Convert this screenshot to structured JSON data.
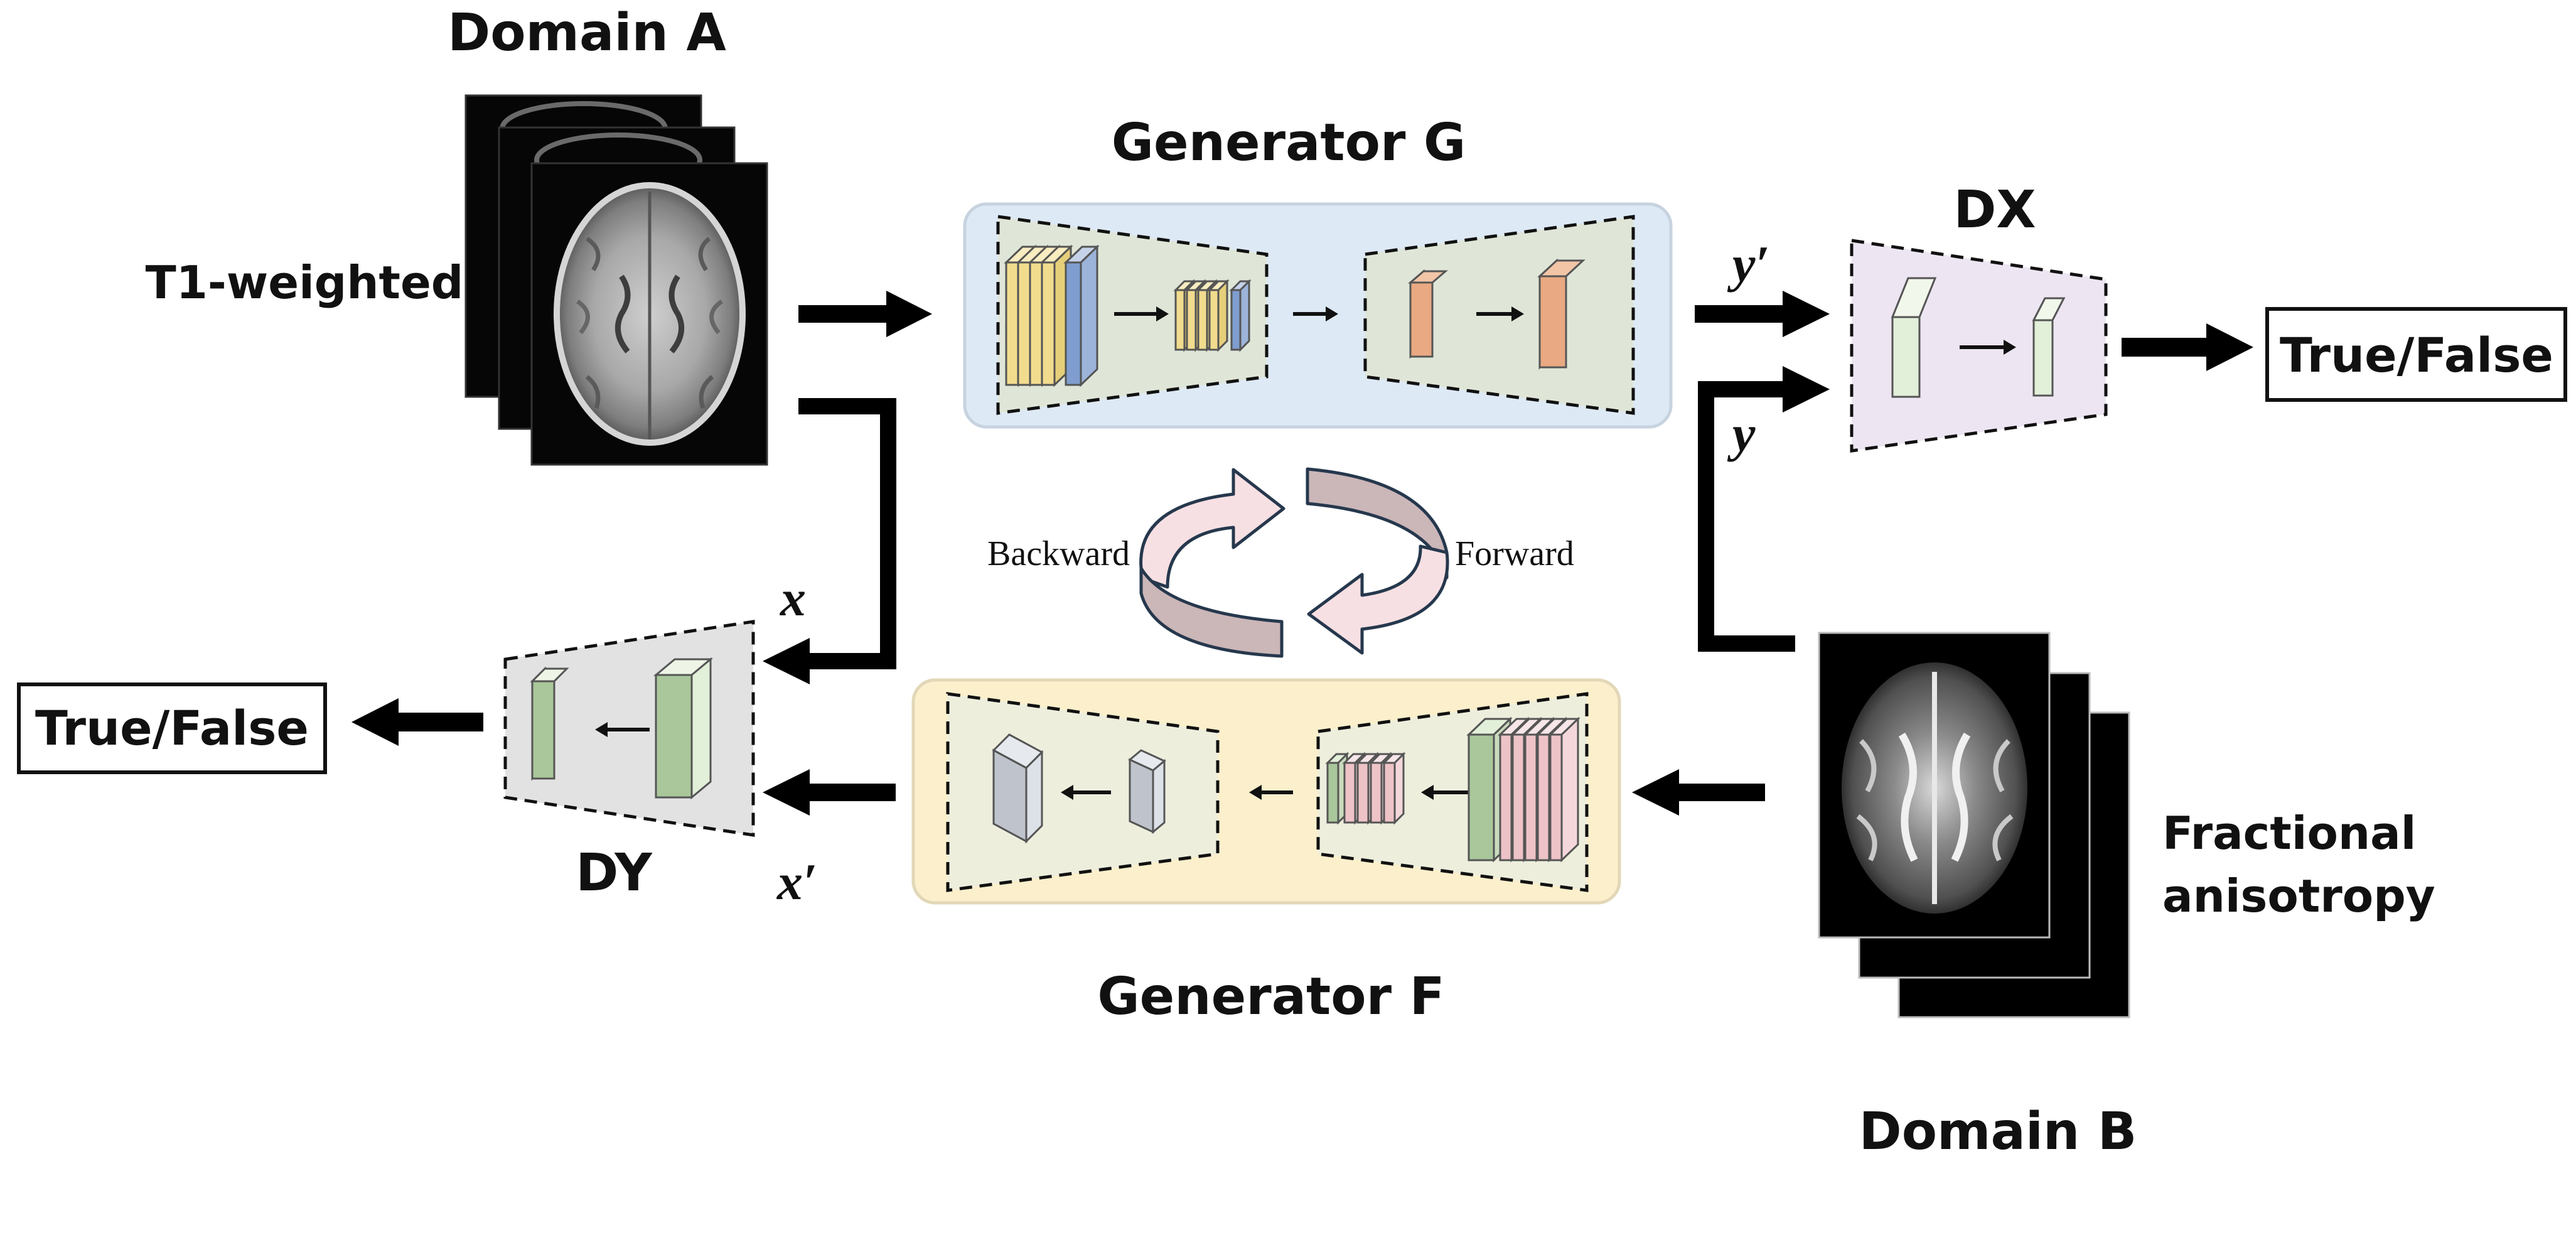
{
  "domain_a": {
    "title": "Domain A",
    "modality": "T1-weighted"
  },
  "domain_b": {
    "title": "Domain B",
    "modality_line1": "Fractional",
    "modality_line2": "anisotropy"
  },
  "generator_g": {
    "title": "Generator G"
  },
  "generator_f": {
    "title": "Generator F"
  },
  "disc_x": {
    "title": "DX",
    "output": "True/False"
  },
  "disc_y": {
    "title": "DY",
    "output": "True/False"
  },
  "cycle": {
    "backward": "Backward",
    "forward": "Forward"
  },
  "signals": {
    "y_prime": "y′",
    "y": "y",
    "x": "x",
    "x_prime": "x′"
  },
  "colors": {
    "gen_g_bg": "#dde9f5",
    "gen_f_bg": "#fbefcc",
    "disc_x_bg": "#ede6f2",
    "disc_y_bg": "#e2e2e2",
    "encoder_fill": "#dfe6d8",
    "yellow_block": "#f1dc8e",
    "blue_block": "#7f9dcf",
    "orange_block": "#e9a982",
    "green_block": "#a9c79b",
    "pink_block": "#edc3c7",
    "gray_block": "#bfc4cc",
    "cycle_pink": "#f7e0e3",
    "cycle_brown": "#cbb6b8"
  }
}
